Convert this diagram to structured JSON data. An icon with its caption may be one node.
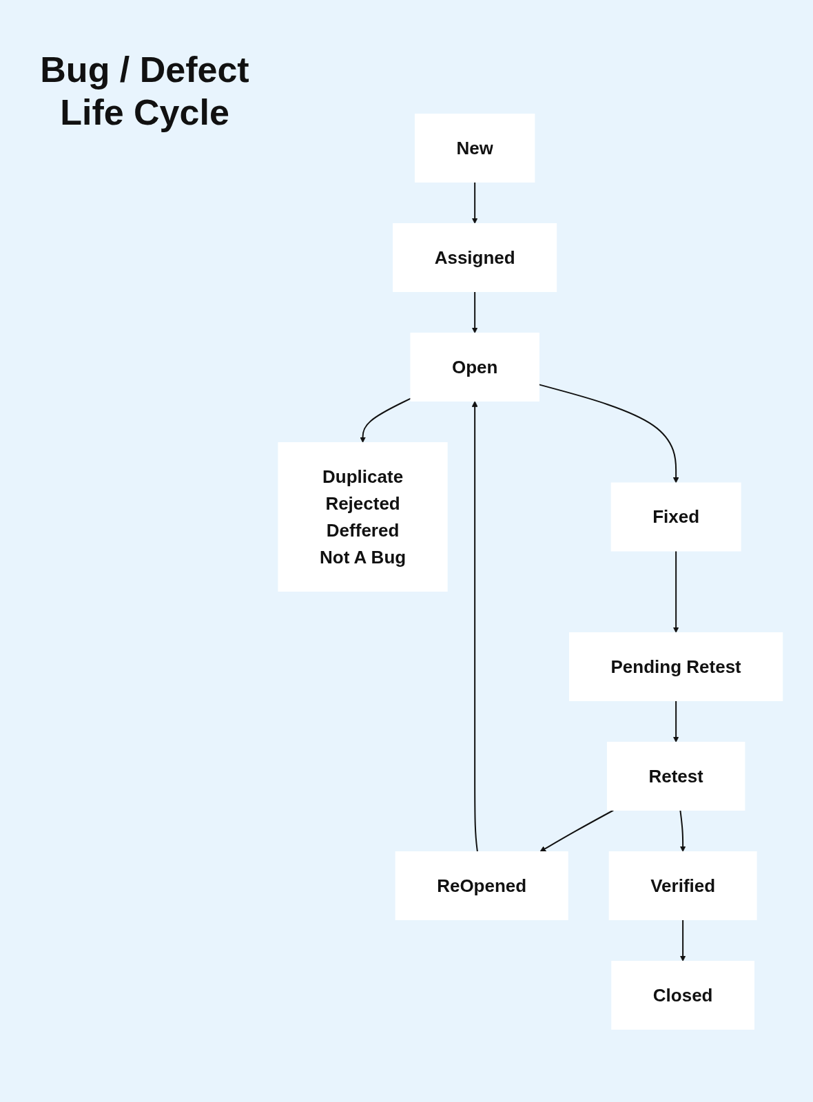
{
  "diagram": {
    "title": "Bug / Defect Life Cycle",
    "nodes": [
      {
        "text": [
          "New"
        ]
      },
      {
        "text": [
          "Assigned"
        ]
      },
      {
        "text": [
          "Open"
        ]
      },
      {
        "text": [
          "Duplicate",
          "Rejected",
          "Deffered",
          "Not A Bug"
        ]
      },
      {
        "text": [
          "Fixed"
        ]
      },
      {
        "text": [
          "Pending Retest"
        ]
      },
      {
        "text": [
          "Retest"
        ]
      },
      {
        "text": [
          "ReOpened"
        ]
      },
      {
        "text": [
          "Verified"
        ]
      },
      {
        "text": [
          "Closed"
        ]
      }
    ],
    "edges": [
      {
        "from": 0,
        "to": 1,
        "arrow": "to"
      },
      {
        "from": 1,
        "to": 2,
        "arrow": "to"
      },
      {
        "from": 2,
        "to": 3,
        "arrow": "to"
      },
      {
        "from": 2,
        "to": 4,
        "arrow": "to"
      },
      {
        "from": 4,
        "to": 5,
        "arrow": "to"
      },
      {
        "from": 5,
        "to": 6,
        "arrow": "to"
      },
      {
        "from": 6,
        "to": 7,
        "arrow": "to"
      },
      {
        "from": 7,
        "to": 2,
        "arrow": "to"
      },
      {
        "from": 6,
        "to": 8,
        "arrow": "to"
      },
      {
        "from": 8,
        "to": 9,
        "arrow": "to"
      }
    ]
  }
}
